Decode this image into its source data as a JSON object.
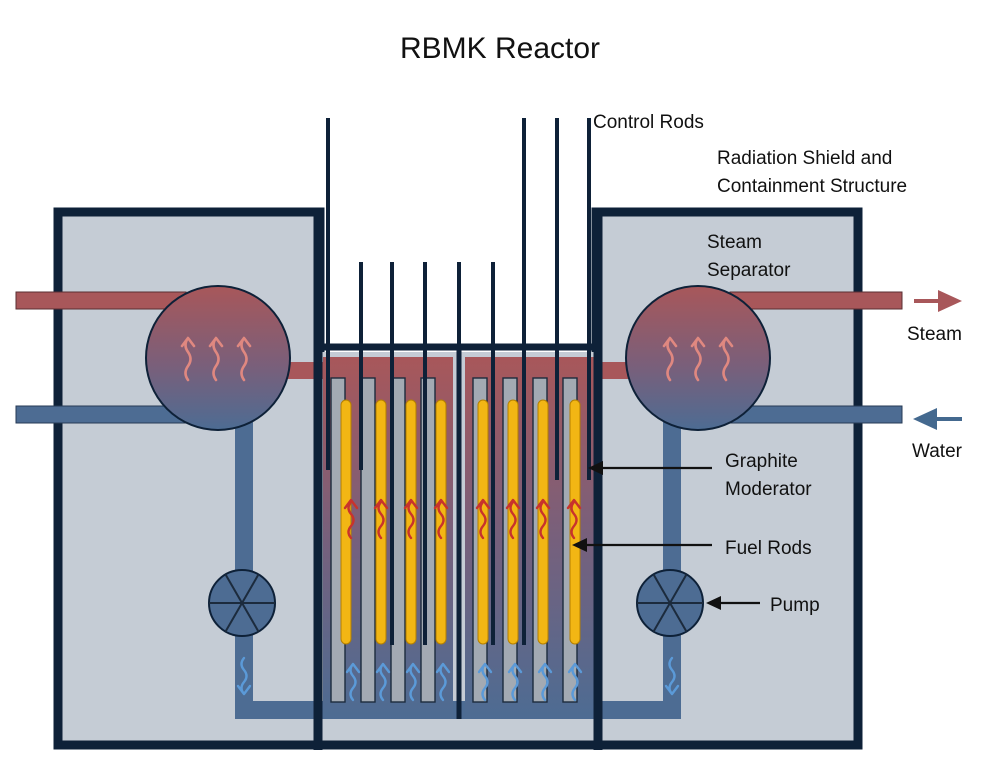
{
  "title": "RBMK Reactor",
  "labels": {
    "control_rods": "Control Rods",
    "shield_line1": "Radiation Shield and",
    "shield_line2": "Containment Structure",
    "separator_line1": "Steam",
    "separator_line2": "Separator",
    "steam": "Steam",
    "water": "Water",
    "moderator_line1": "Graphite",
    "moderator_line2": "Moderator",
    "fuel_rods": "Fuel Rods",
    "pump": "Pump"
  },
  "colors": {
    "structure": "#0e2138",
    "shield_fill": "#c5ccd5",
    "steam_pipe": "#a8575a",
    "water_pipe": "#4d6c93",
    "moderator": "#a3aab3",
    "fuel_rod": "#f2b614",
    "steam_arrow": "#a8575a",
    "water_arrow": "#44698f",
    "hot_flow_arrow": "#c8332c",
    "cold_flow_arrow": "#5b9ad8"
  }
}
